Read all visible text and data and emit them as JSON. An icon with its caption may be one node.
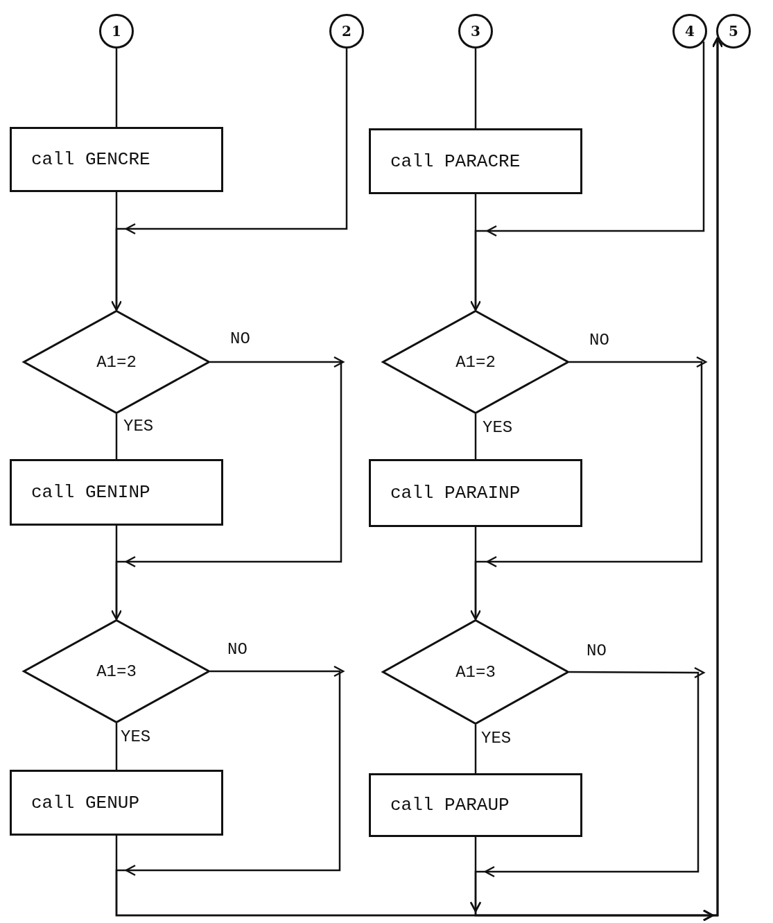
{
  "diagram": {
    "nodes": [
      {
        "text": [
          "1"
        ]
      },
      {
        "text": [
          "2"
        ]
      },
      {
        "text": [
          "3"
        ]
      },
      {
        "text": [
          "4"
        ]
      },
      {
        "text": [
          "5"
        ]
      },
      {
        "text": [
          "call GENCRE"
        ]
      },
      {
        "text": [
          "A1=2"
        ]
      },
      {
        "text": [
          "call GENINP"
        ]
      },
      {
        "text": [
          "A1=3"
        ]
      },
      {
        "text": [
          "call GENUP"
        ]
      },
      {
        "text": [
          "call PARACRE"
        ]
      },
      {
        "text": [
          "A1=2"
        ]
      },
      {
        "text": [
          "call PARAINP"
        ]
      },
      {
        "text": [
          "A1=3"
        ]
      },
      {
        "text": [
          "call PARAUP"
        ]
      }
    ],
    "edges": [
      {
        "from": 0,
        "to": 5,
        "arrow": "none"
      },
      {
        "from": 5,
        "to": 6,
        "arrow": "none"
      },
      {
        "from": 1,
        "to": 6,
        "arrow": "to"
      },
      {
        "from": 6,
        "to": 7,
        "arrow": "none",
        "label": "YES"
      },
      {
        "from": 6,
        "to": 8,
        "arrow": "to",
        "label": "NO"
      },
      {
        "from": 7,
        "to": 8,
        "arrow": "none"
      },
      {
        "from": 8,
        "to": 9,
        "arrow": "none",
        "label": "YES"
      },
      {
        "from": 8,
        "to": 4,
        "arrow": "to",
        "label": "NO"
      },
      {
        "from": 9,
        "to": 4,
        "arrow": "to"
      },
      {
        "from": 2,
        "to": 10,
        "arrow": "none"
      },
      {
        "from": 10,
        "to": 11,
        "arrow": "none"
      },
      {
        "from": 3,
        "to": 11,
        "arrow": "to"
      },
      {
        "from": 11,
        "to": 12,
        "arrow": "none",
        "label": "YES"
      },
      {
        "from": 11,
        "to": 13,
        "arrow": "to",
        "label": "NO"
      },
      {
        "from": 12,
        "to": 13,
        "arrow": "none"
      },
      {
        "from": 13,
        "to": 14,
        "arrow": "none",
        "label": "YES"
      },
      {
        "from": 13,
        "to": 4,
        "arrow": "to",
        "label": "NO"
      },
      {
        "from": 14,
        "to": 4,
        "arrow": "to"
      }
    ]
  }
}
